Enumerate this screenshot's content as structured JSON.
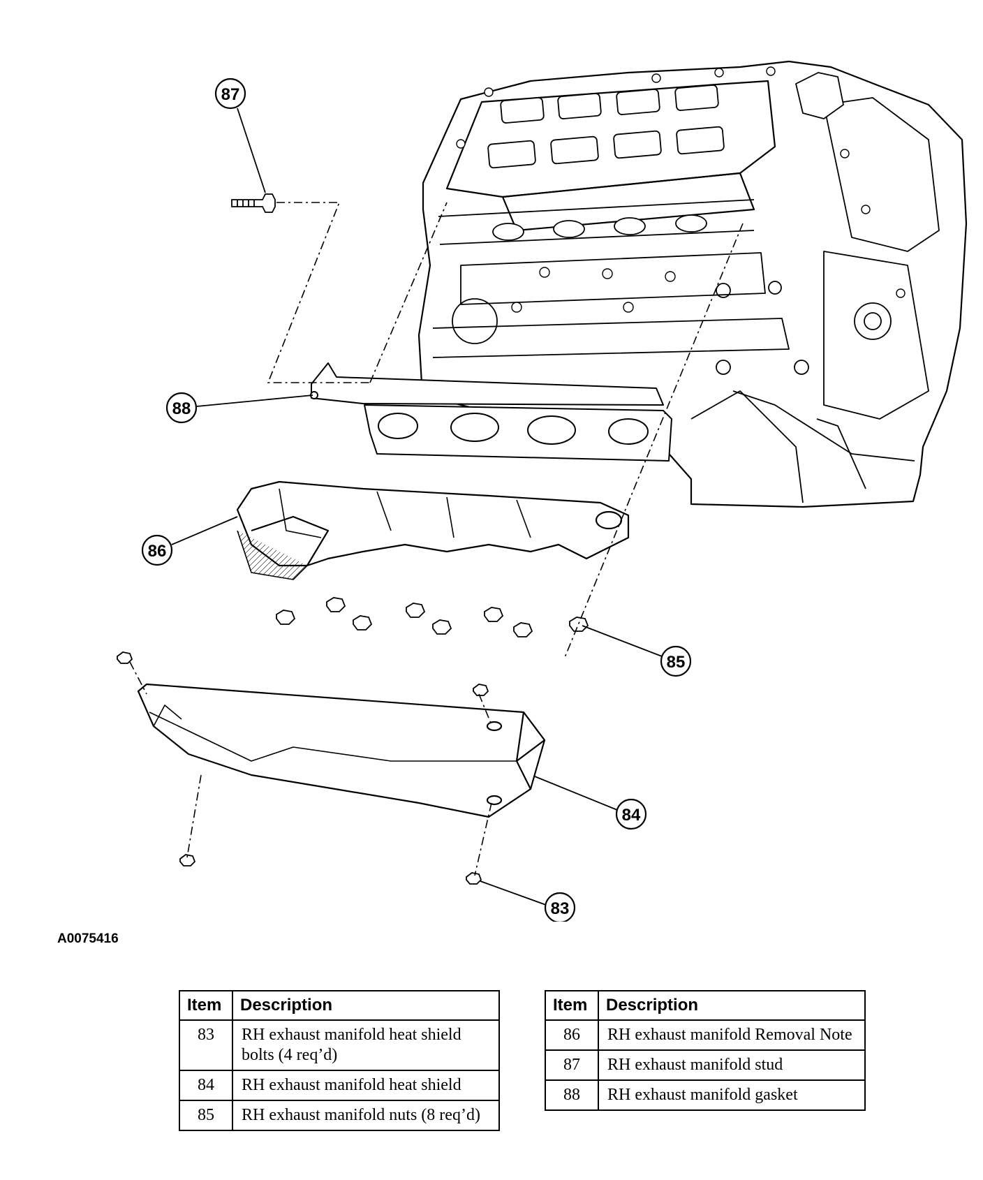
{
  "figure": {
    "id": "A0075416",
    "callouts": [
      {
        "label": "87"
      },
      {
        "label": "88"
      },
      {
        "label": "86"
      },
      {
        "label": "85"
      },
      {
        "label": "84"
      },
      {
        "label": "83"
      }
    ]
  },
  "legend": {
    "left": {
      "header": {
        "item": "Item",
        "description": "Description"
      },
      "rows": [
        {
          "item": "83",
          "description": "RH exhaust manifold heat shield bolts (4 req’d)"
        },
        {
          "item": "84",
          "description": "RH exhaust manifold heat shield"
        },
        {
          "item": "85",
          "description": "RH exhaust manifold nuts (8 req’d)"
        }
      ]
    },
    "right": {
      "header": {
        "item": "Item",
        "description": "Description"
      },
      "rows": [
        {
          "item": "86",
          "description": "RH exhaust manifold Removal Note"
        },
        {
          "item": "87",
          "description": "RH exhaust manifold stud"
        },
        {
          "item": "88",
          "description": "RH exhaust manifold gasket"
        }
      ]
    }
  }
}
